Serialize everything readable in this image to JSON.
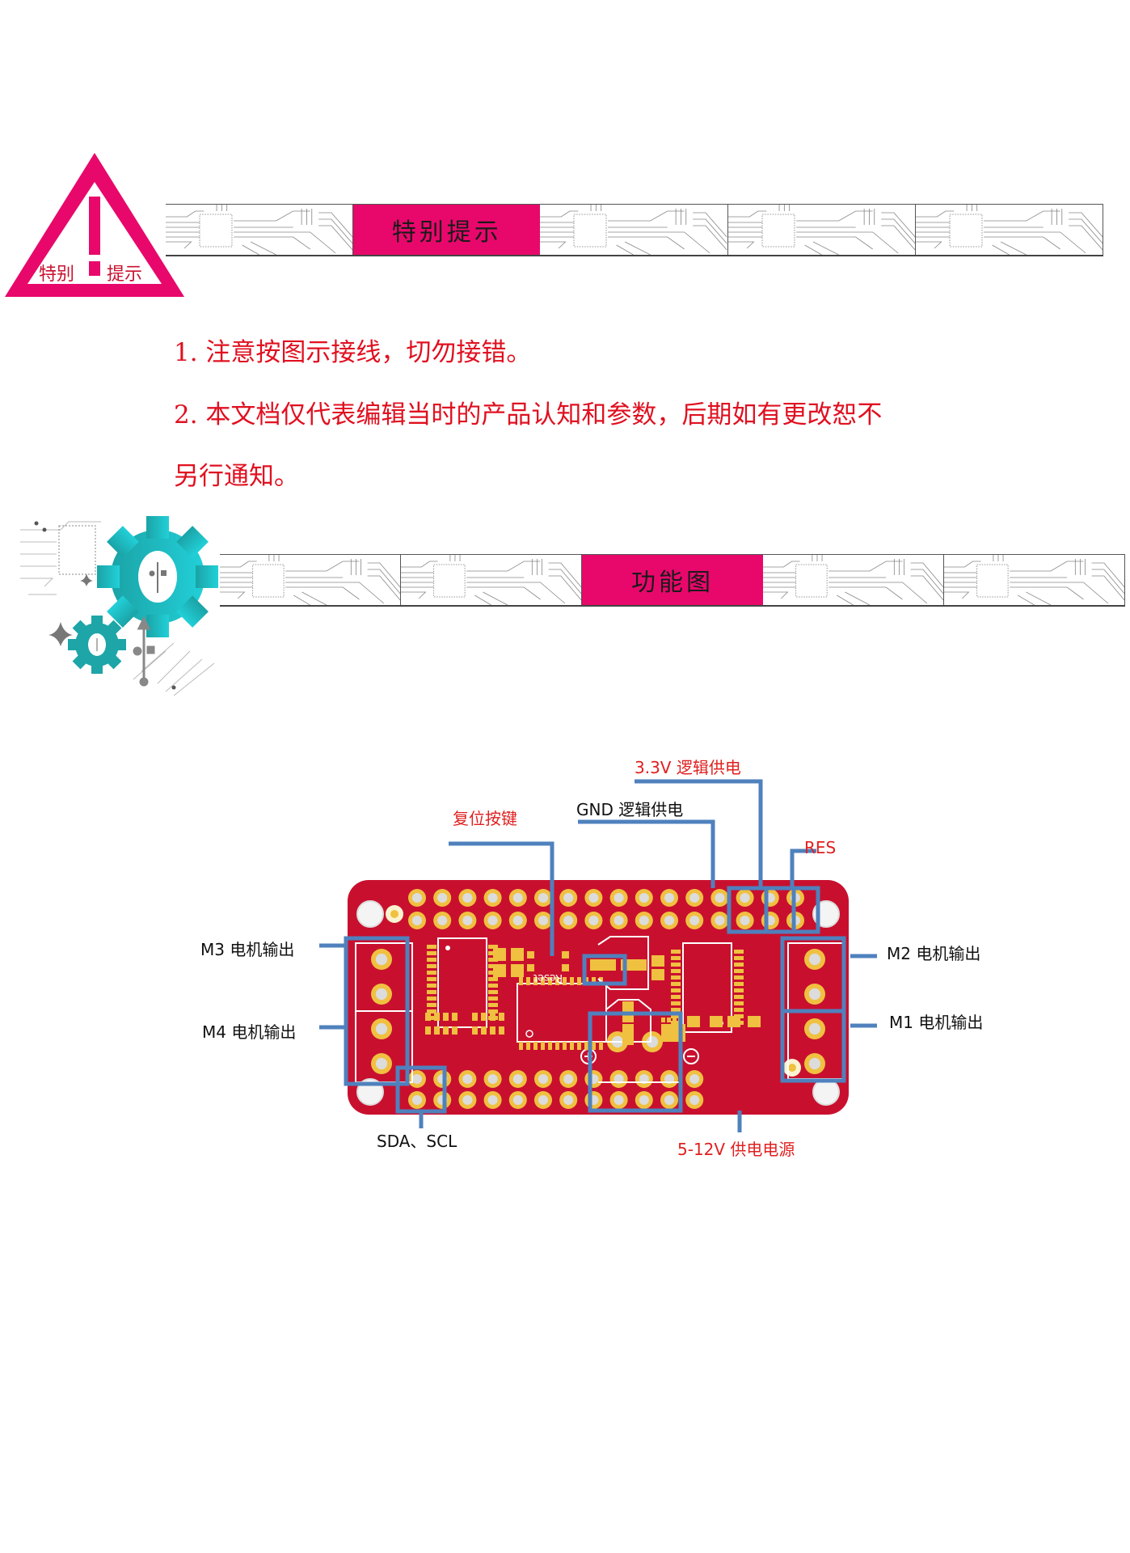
{
  "warning_badge": {
    "left_text": "特别",
    "right_text": "提示",
    "color": "#e8086b"
  },
  "section1": {
    "title": "特别提示"
  },
  "notices": [
    "1. 注意按图示接线，切勿接错。",
    "2. 本文档仅代表编辑当时的产品认知和参数，后期如有更改恕不",
    "另行通知。"
  ],
  "section2": {
    "title": "功能图"
  },
  "diagram": {
    "board_color": "#c8102e",
    "pad_color": "#f0c040",
    "callout_color": "#4f81bd",
    "silkscreen_reset": "Reset",
    "labels": {
      "reset_button": "复位按键",
      "gnd_logic": "GND 逻辑供电",
      "v33_logic": "3.3V 逻辑供电",
      "res": "RES",
      "m3": "M3 电机输出",
      "m4": "M4 电机输出",
      "m2": "M2 电机输出",
      "m1": "M1 电机输出",
      "sda_scl": "SDA、SCL",
      "power": "5-12V 供电电源"
    }
  }
}
